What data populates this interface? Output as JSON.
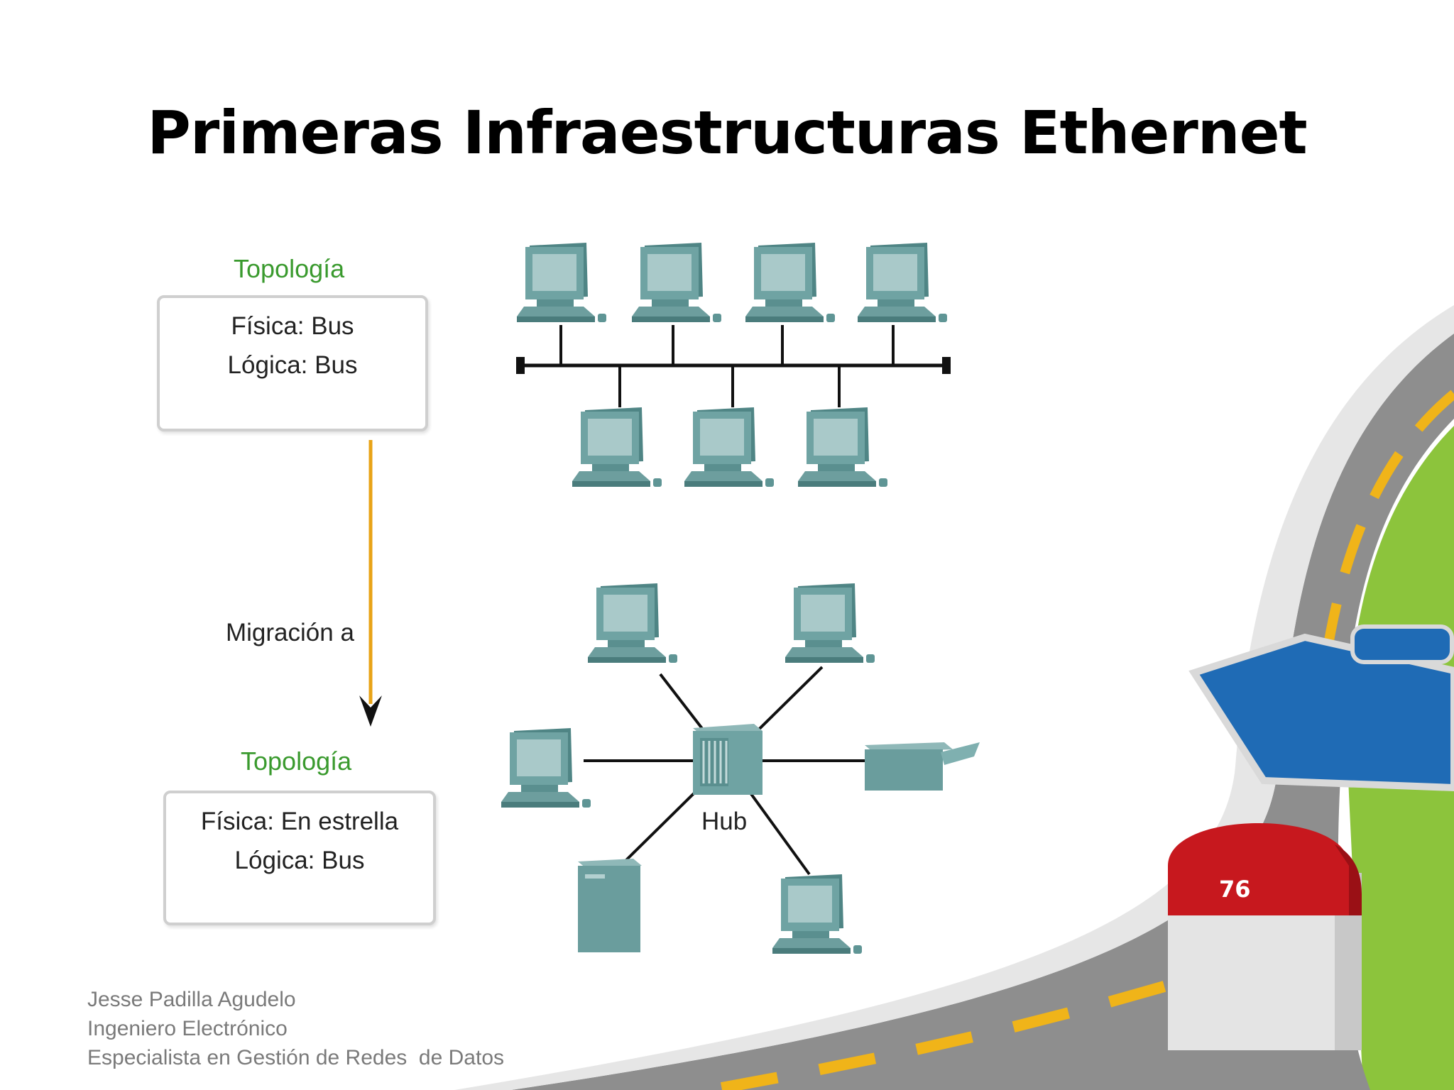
{
  "title": "Primeras Infraestructuras Ethernet",
  "top_topology": {
    "label": "Topología",
    "physical": "Física: Bus",
    "logical": "Lógica: Bus"
  },
  "migration_label": "Migración a",
  "bottom_topology": {
    "label": "Topología",
    "physical": "Física: En estrella",
    "logical": "Lógica: Bus"
  },
  "hub_label": "Hub",
  "author": {
    "name": "Jesse Padilla Agudelo",
    "role": "Ingeniero Electrónico",
    "specialty": "Especialista en Gestión de Redes  de Datos"
  },
  "page_number": "76",
  "colors": {
    "label_green": "#3a9a2e",
    "arrow_orange": "#e8a317",
    "device_teal": "#5f9595",
    "road_gray": "#8c8c8c",
    "grass_green": "#8cc43c",
    "sign_blue": "#1f6bb5",
    "marker_red": "#c7181e"
  }
}
